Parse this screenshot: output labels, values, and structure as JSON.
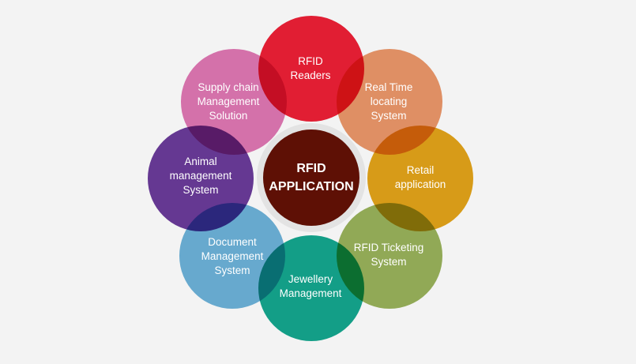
{
  "center": {
    "line1": "RFID",
    "line2": "APPLICATION",
    "color": "#5e1005"
  },
  "nodes": [
    {
      "id": "rfid-readers",
      "lines": [
        "RFID",
        "Readers"
      ],
      "color": "#ec1f35"
    },
    {
      "id": "real-time-locating",
      "lines": [
        "Real Time",
        "locating",
        "System"
      ],
      "color": "#ea9669"
    },
    {
      "id": "retail-application",
      "lines": [
        "Retail",
        "application"
      ],
      "color": "#e2a319"
    },
    {
      "id": "rfid-ticketing",
      "lines": [
        "RFID Ticketing",
        "System"
      ],
      "color": "#98b25a"
    },
    {
      "id": "jewellery-management",
      "lines": [
        "Jewellery",
        "Management"
      ],
      "color": "#14a68e"
    },
    {
      "id": "document-management",
      "lines": [
        "Document",
        "Management",
        "System"
      ],
      "color": "#6cb1d8"
    },
    {
      "id": "animal-management",
      "lines": [
        "Animal",
        "management",
        "System"
      ],
      "color": "#6a3a99"
    },
    {
      "id": "supply-chain",
      "lines": [
        "Supply chain",
        "Management",
        "Solution"
      ],
      "color": "#df77b3"
    }
  ]
}
